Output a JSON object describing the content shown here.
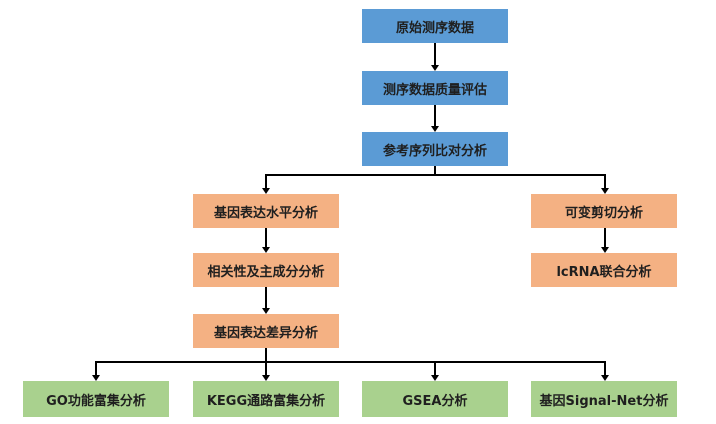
{
  "nodes": {
    "raw_data": "原始测序数据",
    "quality": "测序数据质量评估",
    "alignment": "参考序列比对分析",
    "expression": "基因表达水平分析",
    "correlation_pca": "相关性及主成分分析",
    "diff_expression": "基因表达差异分析",
    "go": "GO功能富集分析",
    "kegg": "KEGG通路富集分析",
    "gsea": "GSEA分析",
    "signal_net": "基因Signal-Net分析",
    "splicing": "可变剪切分析",
    "lncrna": "lcRNA联合分析"
  },
  "colors": {
    "main_steps": "#5b9bd5",
    "expression_branch": "#f4b183",
    "enrichment": "#a9d18e",
    "connector": "#000000"
  }
}
